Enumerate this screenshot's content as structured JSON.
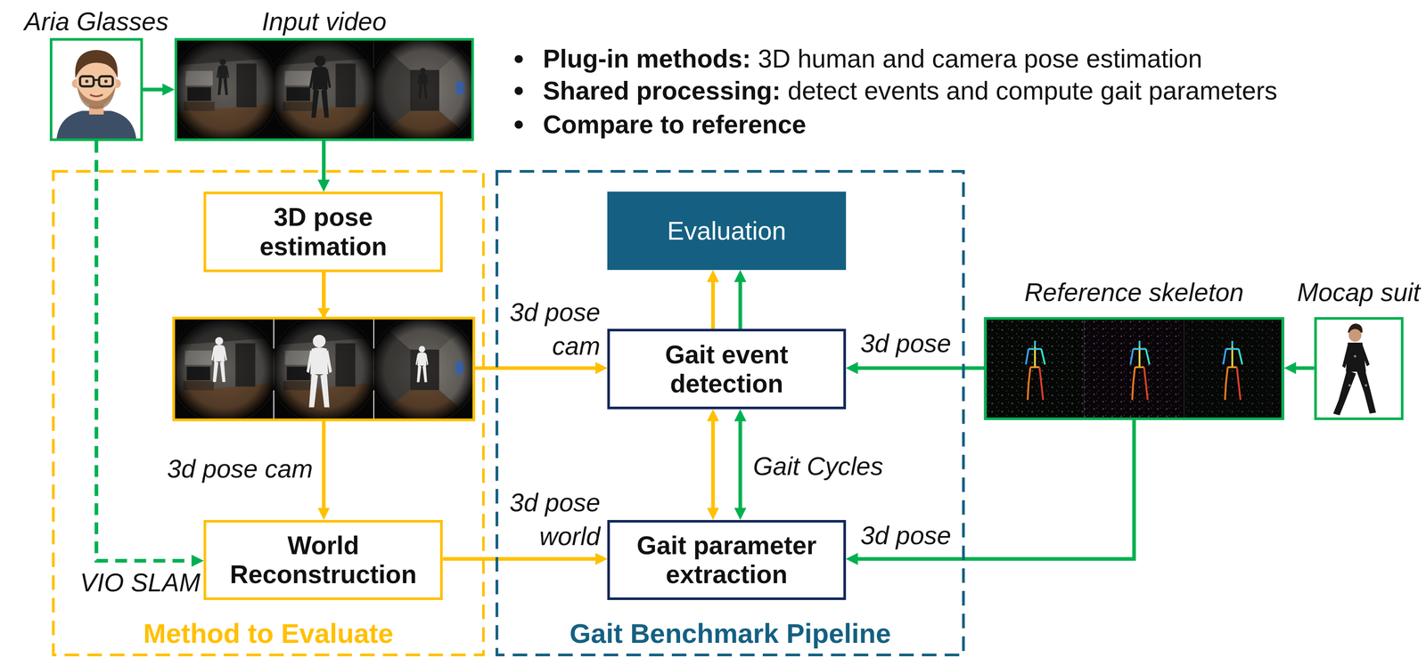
{
  "diagram": {
    "nodes": [
      {
        "text": [
          "Aria Glasses"
        ]
      },
      {
        "text": [
          "Input video"
        ]
      },
      {
        "text": [
          "Method to Evaluate"
        ]
      },
      {
        "text": [
          "3D pose estimation"
        ],
        "in": 2
      },
      {
        "text": [
          "World Reconstruction"
        ],
        "in": 2
      },
      {
        "text": [
          "Gait Benchmark Pipeline"
        ]
      },
      {
        "text": [
          "Evaluation"
        ],
        "in": 5
      },
      {
        "text": [
          "Gait event detection"
        ],
        "in": 5
      },
      {
        "text": [
          "Gait parameter extraction"
        ],
        "in": 5
      },
      {
        "text": [
          "Reference skeleton"
        ]
      },
      {
        "text": [
          "Mocap suit"
        ]
      }
    ],
    "edges": [
      {
        "from": 0,
        "to": 1,
        "arrow": "to"
      },
      {
        "from": 1,
        "to": 3,
        "arrow": "to"
      },
      {
        "from": 0,
        "to": 4,
        "arrow": "to",
        "label": "VIO SLAM"
      },
      {
        "from": 3,
        "to": 7,
        "arrow": "to",
        "label": "3d pose cam"
      },
      {
        "from": 3,
        "to": 4,
        "arrow": "to",
        "label": "3d pose cam"
      },
      {
        "from": 4,
        "to": 8,
        "arrow": "to",
        "label": "3d pose world"
      },
      {
        "from": 7,
        "to": 6,
        "arrow": "to"
      },
      {
        "from": 7,
        "to": 6,
        "arrow": "to"
      },
      {
        "from": 7,
        "to": 8,
        "arrow": "both"
      },
      {
        "from": 7,
        "to": 8,
        "arrow": "both",
        "label": "Gait Cycles"
      },
      {
        "from": 10,
        "to": 9,
        "arrow": "to"
      },
      {
        "from": 9,
        "to": 7,
        "arrow": "to",
        "label": "3d pose"
      },
      {
        "from": 9,
        "to": 8,
        "arrow": "to",
        "label": "3d pose"
      }
    ],
    "labels": [
      "Plug-in methods:",
      "3D human and camera pose estimation",
      "Shared processing:",
      "detect events and compute gait parameters",
      "Compare to reference"
    ]
  }
}
